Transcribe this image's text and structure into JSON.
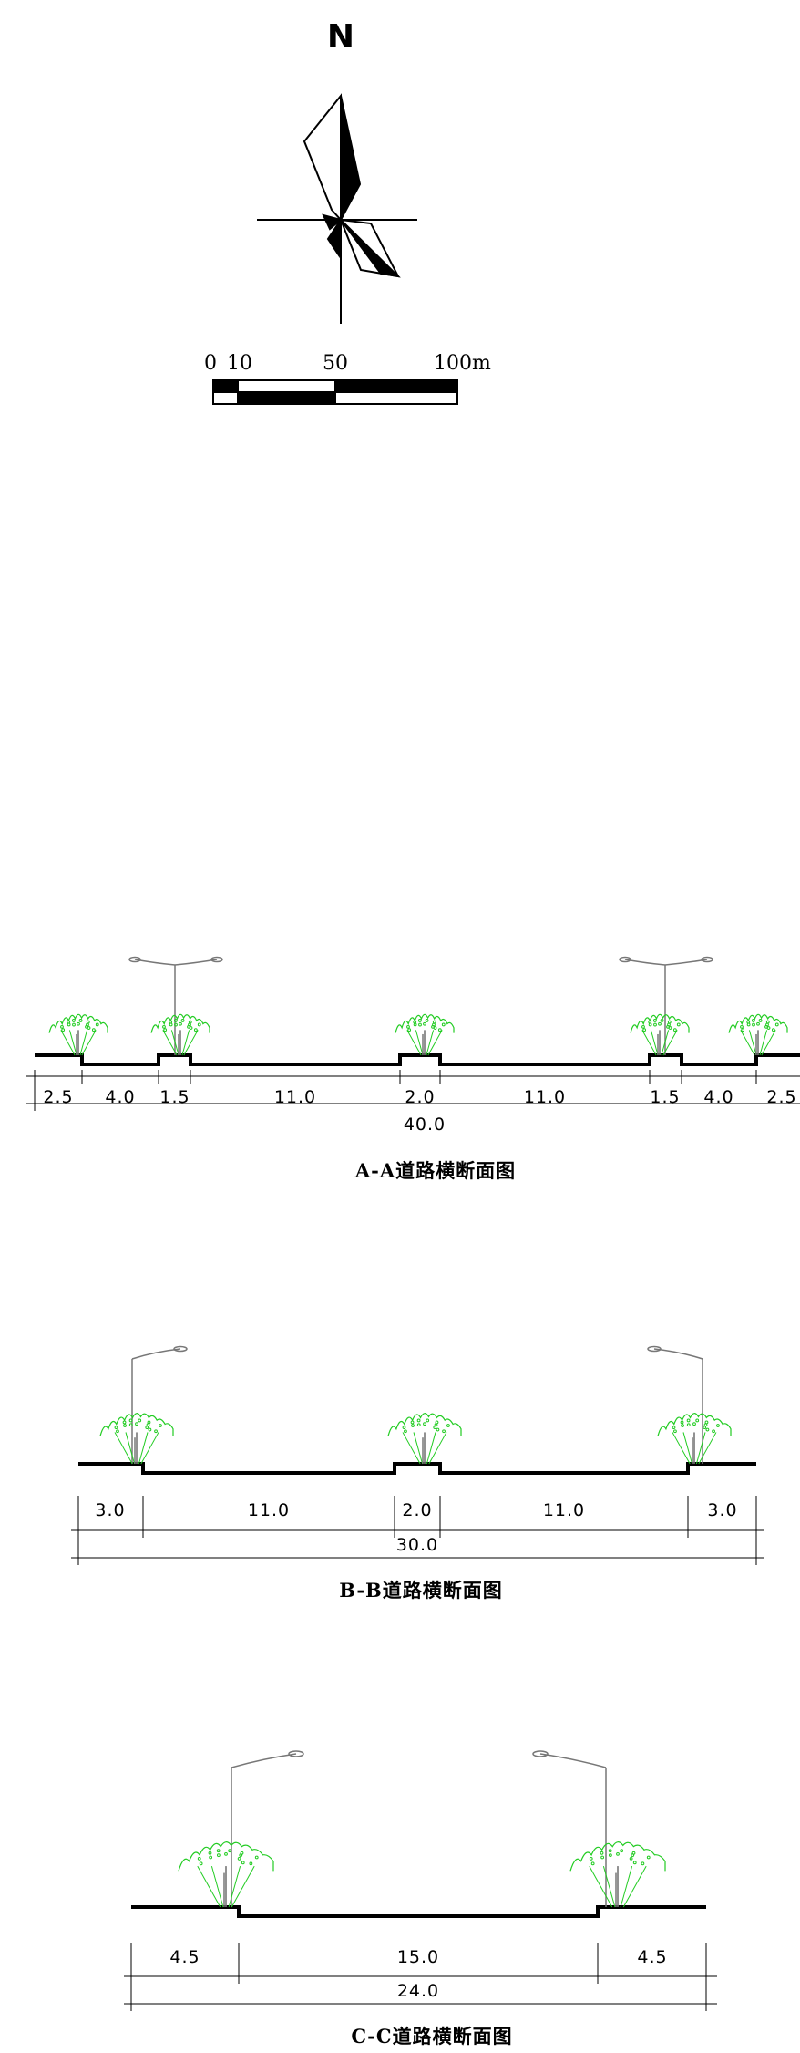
{
  "compass": {
    "north_label": "N"
  },
  "scale_bar": {
    "labels": [
      "0",
      "10",
      "50",
      "100m"
    ]
  },
  "sections": [
    {
      "id": "A-A",
      "title": "A-A道路横断面图",
      "segments": [
        "2.5",
        "4.0",
        "1.5",
        "11.0",
        "2.0",
        "11.0",
        "1.5",
        "4.0",
        "2.5"
      ],
      "total": "40.0"
    },
    {
      "id": "B-B",
      "title": "B-B道路横断面图",
      "segments": [
        "3.0",
        "11.0",
        "2.0",
        "11.0",
        "3.0"
      ],
      "total": "30.0"
    },
    {
      "id": "C-C",
      "title": "C-C道路横断面图",
      "segments": [
        "4.5",
        "15.0",
        "4.5"
      ],
      "total": "24.0"
    }
  ],
  "colors": {
    "line": "#000000",
    "tree": "#22cc22",
    "lamp": "#777777"
  }
}
